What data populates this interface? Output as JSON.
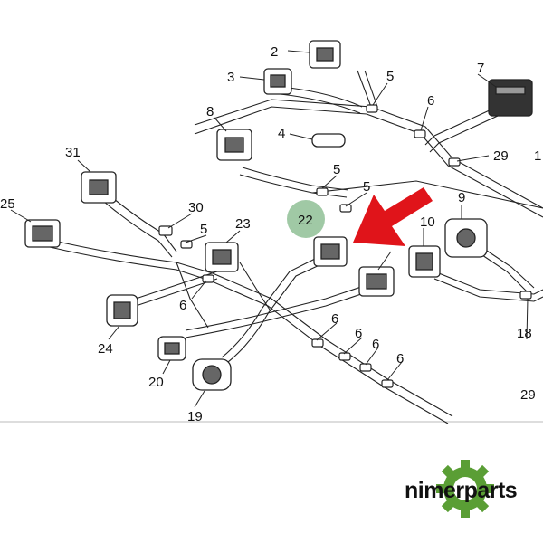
{
  "callouts": [
    "2",
    "3",
    "5",
    "7",
    "6",
    "4",
    "8",
    "29",
    "1",
    "31",
    "5",
    "5",
    "25",
    "30",
    "22",
    "9",
    "5",
    "23",
    "10",
    "6",
    "24",
    "6",
    "6",
    "6",
    "6",
    "20",
    "19",
    "18",
    "29"
  ],
  "highlight": {
    "label": "22",
    "color": "#8fbf95"
  },
  "arrow": {
    "color": "#e0141a"
  },
  "brand": {
    "text": "nimerparts",
    "gear_color": "#5a9e35"
  }
}
